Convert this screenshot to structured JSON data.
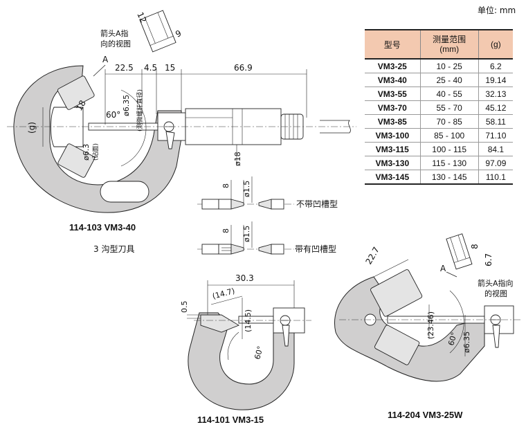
{
  "unit_label": "单位: mm",
  "table": {
    "headers": [
      "型号",
      "测量范围\n(mm)",
      "(g)"
    ],
    "rows": [
      [
        "VM3-25",
        "10 - 25",
        "6.2"
      ],
      [
        "VM3-40",
        "25 - 40",
        "19.14"
      ],
      [
        "VM3-55",
        "40 - 55",
        "32.13"
      ],
      [
        "VM3-70",
        "55 - 70",
        "45.12"
      ],
      [
        "VM3-85",
        "70 - 85",
        "58.11"
      ],
      [
        "VM3-100",
        "85 - 100",
        "71.10"
      ],
      [
        "VM3-115",
        "100 - 115",
        "84.1"
      ],
      [
        "VM3-130",
        "115 - 130",
        "97.09"
      ],
      [
        "VM3-145",
        "130 - 145",
        "110.1"
      ]
    ]
  },
  "labels": {
    "arrow_view_1": "箭头A指",
    "arrow_view_2": "向的视图",
    "arrow_view_3": "箭头A指向",
    "arrow_view_4": "的视图",
    "point_a": "A",
    "point_a2": "A",
    "no_groove": "不带凹槽型",
    "with_groove": "带有凹槽型",
    "three_flute": "3 沟型刀具",
    "caption_vm3_40": "114-103  VM3-40",
    "caption_vm3_15": "114-101  VM3-15",
    "caption_vm3_25w": "114-204  VM3-25W",
    "anvil_label": "(砧面)",
    "spindle_label": "(测微螺杆直径)"
  },
  "dims": {
    "d12": "12",
    "d9": "9",
    "d22_5": "22.5",
    "d4_5": "4.5",
    "d15": "15",
    "d66_9": "66.9",
    "d18": "18",
    "d6_35": "ø6.35",
    "d60": "60°",
    "d_g": "(g)",
    "d6_3": "ø6.3",
    "d18b": "ø18",
    "d8a": "8",
    "d1_5a": "ø1.5",
    "d8b": "8",
    "d1_5b": "ø1.5",
    "d30_3": "30.3",
    "d14_7": "(14.7)",
    "d14_5": "(14.5)",
    "d0_5": "0.5",
    "d60b": "60°",
    "d22_7": "22.7",
    "d8c": "8",
    "d6_7": "6.7",
    "d23_46": "(23.46)",
    "d60c": "60°",
    "d6_35b": "ø6.35"
  },
  "colors": {
    "frame_fill": "#d0cfcf",
    "table_header": "#f3c9b0"
  }
}
